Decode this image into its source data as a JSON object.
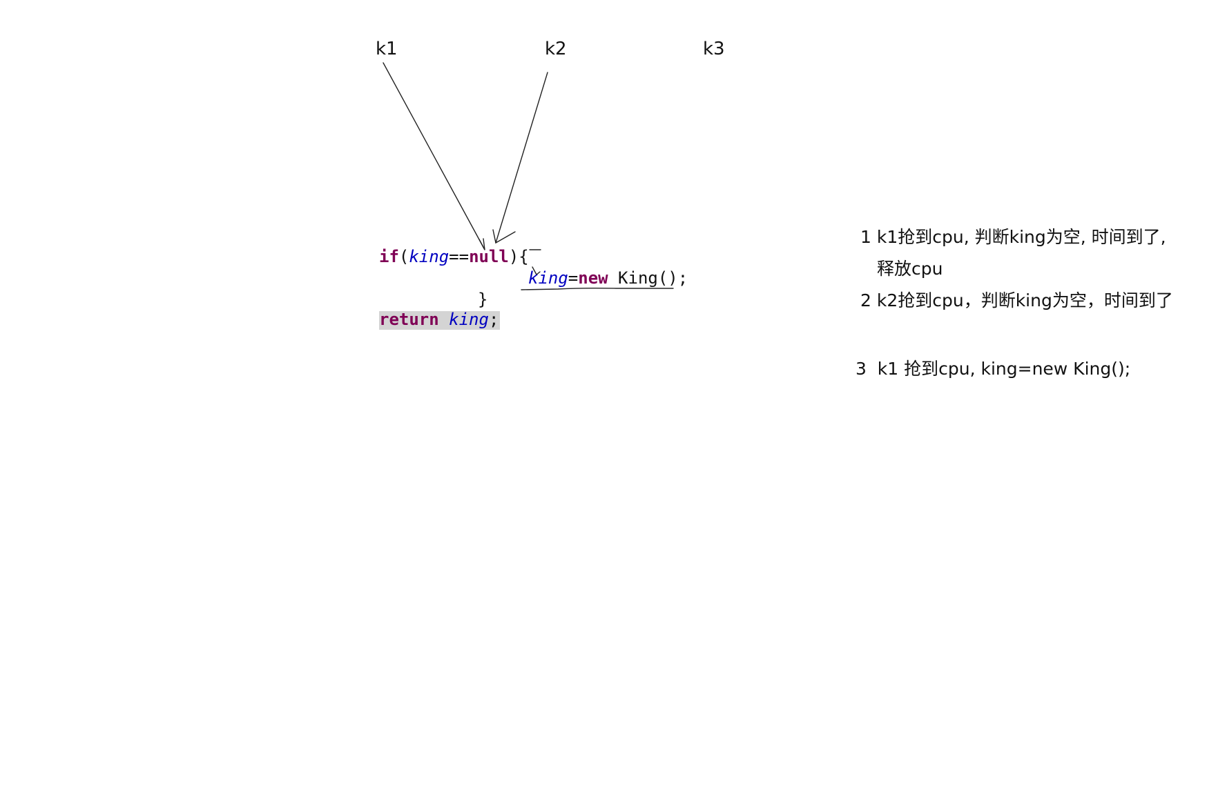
{
  "threads": [
    "k1",
    "k2",
    "k3"
  ],
  "code": {
    "if_kw": "if",
    "paren_open": "(",
    "var_king": "king",
    "eq": "==",
    "null_kw": "null",
    "paren_close_brace": "){",
    "assign_op": "=",
    "new_kw": "new",
    "constructor": " King();",
    "close_brace": "}",
    "return_kw": "return",
    "space": " ",
    "semicolon": ";"
  },
  "notes": {
    "step1_line1": "1 k1抢到cpu, 判断king为空, 时间到了,",
    "step1_line2": "释放cpu",
    "step2": "2 k2抢到cpu，判断king为空，时间到了",
    "step3": "3  k1 抢到cpu, king=new King();"
  },
  "colors": {
    "keyword": "#7f0055",
    "variable": "#0000c0",
    "highlight": "#d4d4d4"
  }
}
